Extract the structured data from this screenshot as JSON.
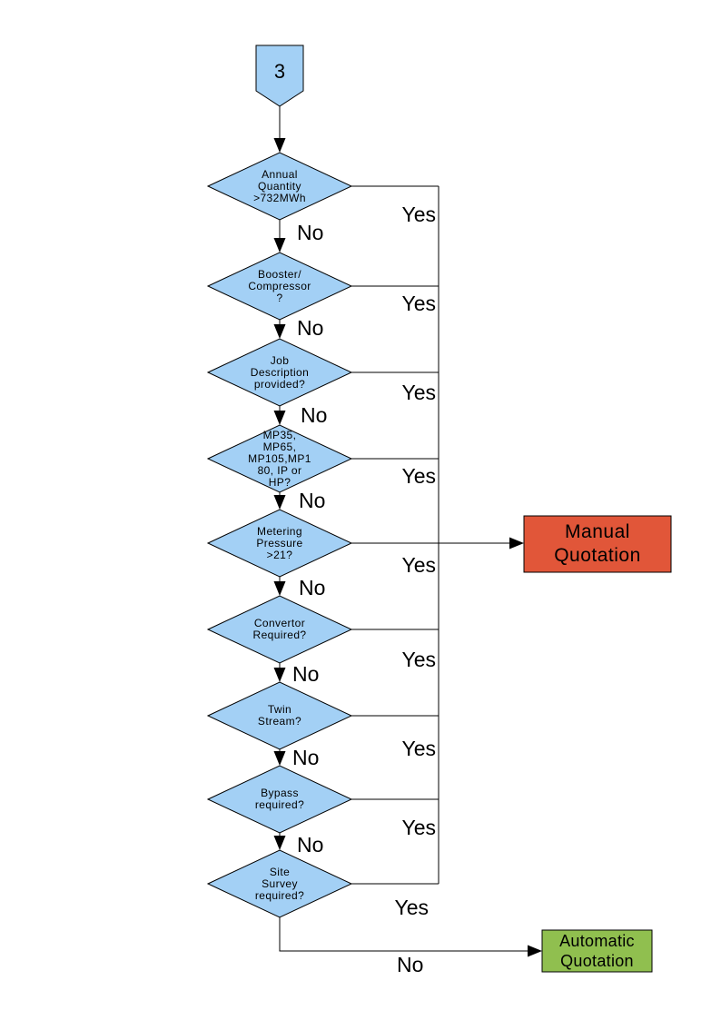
{
  "colors": {
    "node_fill": "#A3D0F5",
    "node_border": "#000000",
    "line": "#000000",
    "text": "#000000"
  },
  "connector": {
    "label": "3"
  },
  "decisions": [
    {
      "id": "annual-quantity",
      "label": "Annual\nQuantity\n>732MWh",
      "yes_label": "Yes",
      "no_label": "No"
    },
    {
      "id": "booster-compressor",
      "label": "Booster/\nCompressor\n?",
      "yes_label": "Yes",
      "no_label": "No"
    },
    {
      "id": "job-description",
      "label": "Job\nDescription\nprovided?",
      "yes_label": "Yes",
      "no_label": "No"
    },
    {
      "id": "pressure-tier",
      "label": "MP35,\nMP65,\nMP105,MP1\n80, IP or\nHP?",
      "yes_label": "Yes",
      "no_label": "No"
    },
    {
      "id": "metering-pressure",
      "label": "Metering\nPressure\n>21?",
      "yes_label": "Yes",
      "no_label": "No"
    },
    {
      "id": "convertor-required",
      "label": "Convertor\nRequired?",
      "yes_label": "Yes",
      "no_label": "No"
    },
    {
      "id": "twin-stream",
      "label": "Twin\nStream?",
      "yes_label": "Yes",
      "no_label": "No"
    },
    {
      "id": "bypass-required",
      "label": "Bypass\nrequired?",
      "yes_label": "Yes",
      "no_label": "No"
    },
    {
      "id": "site-survey",
      "label": "Site\nSurvey\nrequired?",
      "yes_label": "Yes",
      "no_label": "No"
    }
  ],
  "outcomes": {
    "manual": {
      "label": "Manual\nQuotation",
      "fill": "#E15639"
    },
    "automatic": {
      "label": "Automatic\nQuotation",
      "fill": "#90BF4F"
    }
  }
}
